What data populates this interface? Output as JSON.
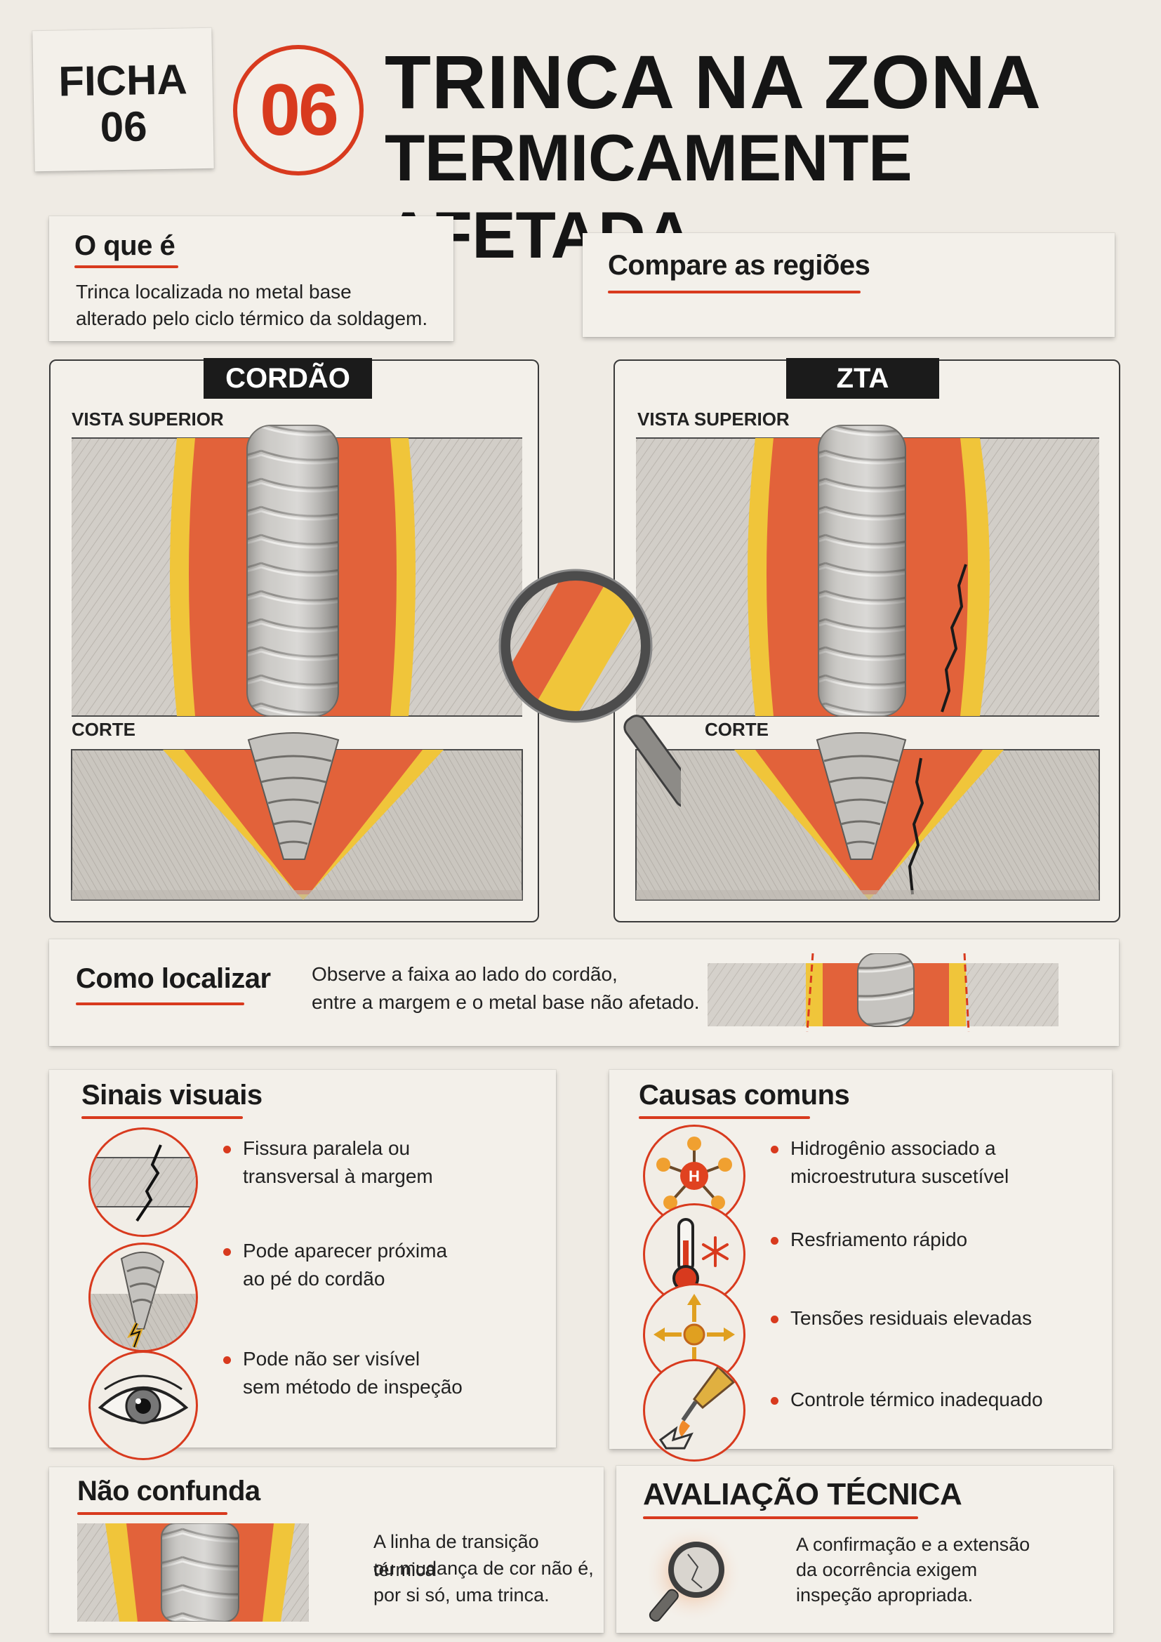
{
  "header": {
    "sheet_label_line1": "FICHA",
    "sheet_label_line2": "06",
    "badge_number": "06",
    "title_line1": "TRINCA NA ZONA",
    "title_line2": "TERMICAMENTE AFETADA"
  },
  "what_is": {
    "title": "O que é",
    "text_line1": "Trinca localizada no metal base",
    "text_line2": "alterado pelo ciclo térmico da soldagem."
  },
  "compare": {
    "title": "Compare as regiões"
  },
  "panels": {
    "left": {
      "tag": "CORDÃO",
      "top_label": "VISTA SUPERIOR",
      "section_label": "CORTE"
    },
    "right": {
      "tag": "ZTA",
      "top_label": "VISTA SUPERIOR",
      "section_label": "CORTE"
    }
  },
  "locate": {
    "title": "Como localizar",
    "text_line1": "Observe a faixa ao lado do cordão,",
    "text_line2": "entre a margem e o metal base não afetado."
  },
  "visual_signs": {
    "title": "Sinais visuais",
    "items": [
      {
        "line1": "Fissura paralela ou",
        "line2": "transversal à margem",
        "icon": "crack-surface-icon"
      },
      {
        "line1": "Pode aparecer próxima",
        "line2": "ao pé do cordão",
        "icon": "weld-toe-icon"
      },
      {
        "line1": "Pode não ser visível",
        "line2": "sem método de inspeção",
        "icon": "eye-icon"
      }
    ]
  },
  "common_causes": {
    "title": "Causas comuns",
    "items": [
      {
        "line1": "Hidrogênio associado a",
        "line2": "microestrutura suscetível",
        "icon": "hydrogen-molecule-icon",
        "icon_letter": "H"
      },
      {
        "line1": "Resfriamento rápido",
        "line2": "",
        "icon": "thermometer-snowflake-icon"
      },
      {
        "line1": "Tensões residuais elevadas",
        "line2": "",
        "icon": "stress-arrows-icon"
      },
      {
        "line1": "Controle térmico inadequado",
        "line2": "",
        "icon": "torch-icon"
      }
    ]
  },
  "do_not_confuse": {
    "title": "Não confunda",
    "text_line1": "A linha de transição térmica",
    "text_line2": "ou mudança de cor não é,",
    "text_line3": "por si só, uma trinca."
  },
  "technical_eval": {
    "title": "AVALIAÇÃO TÉCNICA",
    "text_line1": "A confirmação e a extensão",
    "text_line2": "da ocorrência exigem",
    "text_line3": "inspeção apropriada."
  },
  "colors": {
    "accent_red": "#d83a1e",
    "zone_orange": "#e2623a",
    "zone_yellow": "#f0c53a",
    "base_metal_gray": "#cfcbc5",
    "weld_bead_silver": "#b8b6b2"
  }
}
